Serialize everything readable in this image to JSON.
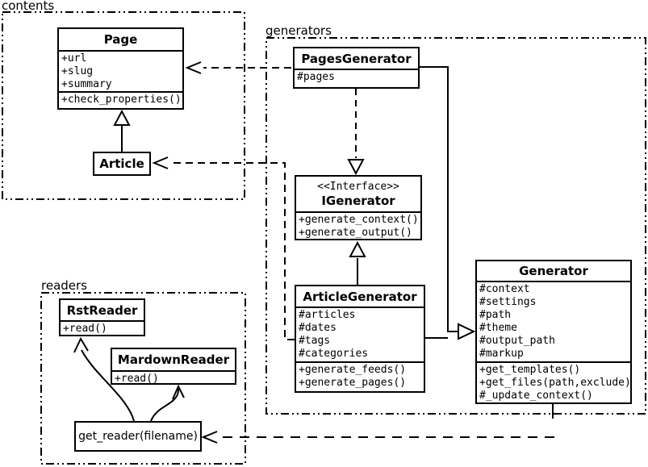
{
  "packages": {
    "contents": {
      "label": "contents"
    },
    "generators": {
      "label": "generators"
    },
    "readers": {
      "label": "readers"
    }
  },
  "classes": {
    "page": {
      "name": "Page",
      "attributes": [
        "+url",
        "+slug",
        "+summary"
      ],
      "operations": [
        "+check_properties()"
      ]
    },
    "article": {
      "name": "Article"
    },
    "pages_generator": {
      "name": "PagesGenerator",
      "attributes": [
        "#pages"
      ]
    },
    "igenerator": {
      "stereotype": "<<Interface>>",
      "name": "IGenerator",
      "operations": [
        "+generate_context()",
        "+generate_output()"
      ]
    },
    "article_generator": {
      "name": "ArticleGenerator",
      "attributes": [
        "#articles",
        "#dates",
        "#tags",
        "#categories"
      ],
      "operations": [
        "+generate_feeds()",
        "+generate_pages()"
      ]
    },
    "generator": {
      "name": "Generator",
      "attributes": [
        "#context",
        "#settings",
        "#path",
        "#theme",
        "#output_path",
        "#markup"
      ],
      "operations": [
        "+get_templates()",
        "+get_files(path,exclude)",
        "#_update_context()"
      ]
    },
    "rst_reader": {
      "name": "RstReader",
      "operations": [
        "+read()"
      ]
    },
    "mardown_reader": {
      "name": "MardownReader",
      "operations": [
        "+read()"
      ]
    },
    "get_reader": {
      "label": "get_reader(filename)"
    }
  },
  "relationships": [
    {
      "from": "Article",
      "to": "Page",
      "type": "generalization"
    },
    {
      "from": "PagesGenerator",
      "to": "Page",
      "type": "dependency"
    },
    {
      "from": "ArticleGenerator",
      "to": "Article",
      "type": "dependency"
    },
    {
      "from": "PagesGenerator",
      "to": "IGenerator",
      "type": "realization"
    },
    {
      "from": "ArticleGenerator",
      "to": "IGenerator",
      "type": "generalization"
    },
    {
      "from": "PagesGenerator",
      "to": "Generator",
      "type": "generalization"
    },
    {
      "from": "ArticleGenerator",
      "to": "Generator",
      "type": "generalization"
    },
    {
      "from": "Generator",
      "to": "get_reader",
      "type": "dependency"
    },
    {
      "from": "get_reader",
      "to": "RstReader",
      "type": "arrow"
    },
    {
      "from": "get_reader",
      "to": "MardownReader",
      "type": "arrow"
    }
  ],
  "colors": {
    "line": "#000000",
    "background": "#ffffff",
    "box_fill": "#ffffff"
  }
}
